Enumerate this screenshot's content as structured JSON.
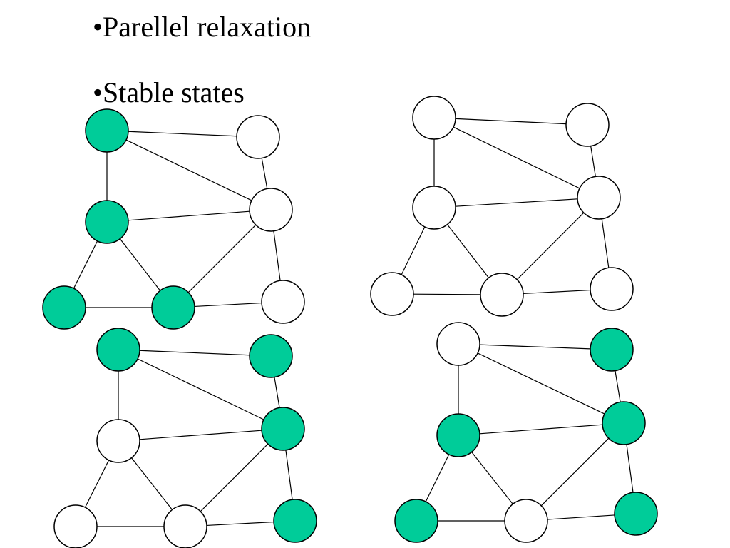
{
  "bullets": [
    "•Parellel relaxation",
    "•Stable states"
  ],
  "colors": {
    "on": "#00CC99",
    "off": "#FFFFFF",
    "stroke": "#000000"
  },
  "graphs": [
    {
      "id": "top-left",
      "node_states": [
        "on",
        "off",
        "on",
        "off",
        "on",
        "on",
        "off"
      ]
    },
    {
      "id": "top-right",
      "node_states": [
        "off",
        "off",
        "off",
        "off",
        "off",
        "off",
        "off"
      ]
    },
    {
      "id": "bottom-left",
      "node_states": [
        "on",
        "on",
        "off",
        "on",
        "off",
        "off",
        "on"
      ]
    },
    {
      "id": "bottom-right",
      "node_states": [
        "off",
        "on",
        "on",
        "on",
        "on",
        "off",
        "on"
      ]
    }
  ]
}
